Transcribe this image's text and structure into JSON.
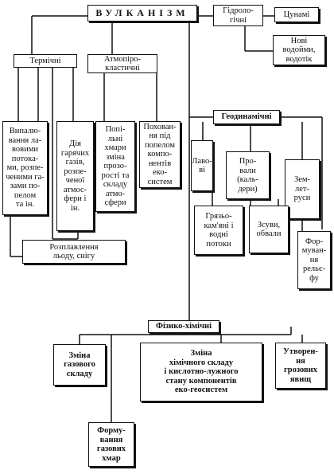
{
  "diagram": {
    "title": "ВУЛКАНІЗМ",
    "hydrological": {
      "label": "Гідроло-\nгічні",
      "tsunami": "Цунамі",
      "new_water": "Нові\nводойми,\nводотік"
    },
    "thermal": {
      "label": "Термічні",
      "burning": "Випалю-\nвання ла-\nвовими\nпотока-\nми, розпе-\nченими га-\nзами по-\nпелом\nта ін.",
      "hot_gases": "Дія\nгарячих\nгазів,\nрозпе-\nченої\nатмос-\nфери і\nін.",
      "melting": "Розплавлення\nльоду, снігу"
    },
    "atmo_clastic": {
      "label": "Атмопіро-\nкластичні",
      "ash_clouds": "Попі-\nльні\nхмари\nзміна\nпрозо-\nрості та\nскладу\nатмо-\nсфери",
      "burial": "Похован-\nня під\nпопелом\nкомпо-\nнентів\nеко-\nсистем"
    },
    "geodynamic": {
      "label": "Геодинамічні",
      "lava": "Лаво-\nві",
      "calderas": "Про-\nвали\n(каль-\nдери)",
      "earthquakes": "Зем-\nлет-\nруси",
      "mudflows": "Грязьо-\nкам'яні і\nводні\nпотоки",
      "landslides": "Зсуви,\nобвали",
      "relief": "Фор-\nмуван-\nня\nрельє-\nфу"
    },
    "physico_chemical": {
      "label": "Фізико-хімічні",
      "gas_change": "Зміна\nгазового\nскладу",
      "chem_change": "Зміна\nхімічного складу\nі кислотно-лужного\nстану компонентів\nеко-геосистем",
      "storms": "Утворен-\nня\nгрозових\nявищ",
      "gas_clouds": "Форму-\nвання\nгазових\nхмар"
    }
  }
}
